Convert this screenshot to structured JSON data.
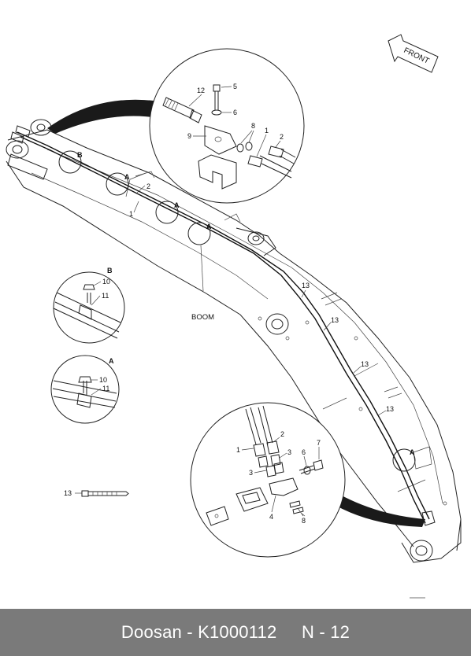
{
  "drawing": {
    "front_label": "FRONT",
    "boom_label": "BOOM",
    "detail_a_letter": "A",
    "detail_b_letter": "B",
    "callouts": {
      "c1": "1",
      "c2": "2",
      "c3": "3",
      "c4": "4",
      "c5": "5",
      "c6": "6",
      "c7": "7",
      "c8": "8",
      "c9": "9",
      "c10": "10",
      "c11": "11",
      "c12": "12",
      "c13": "13"
    }
  },
  "footer": {
    "text": "Doosan - K1000112     N - 12"
  }
}
